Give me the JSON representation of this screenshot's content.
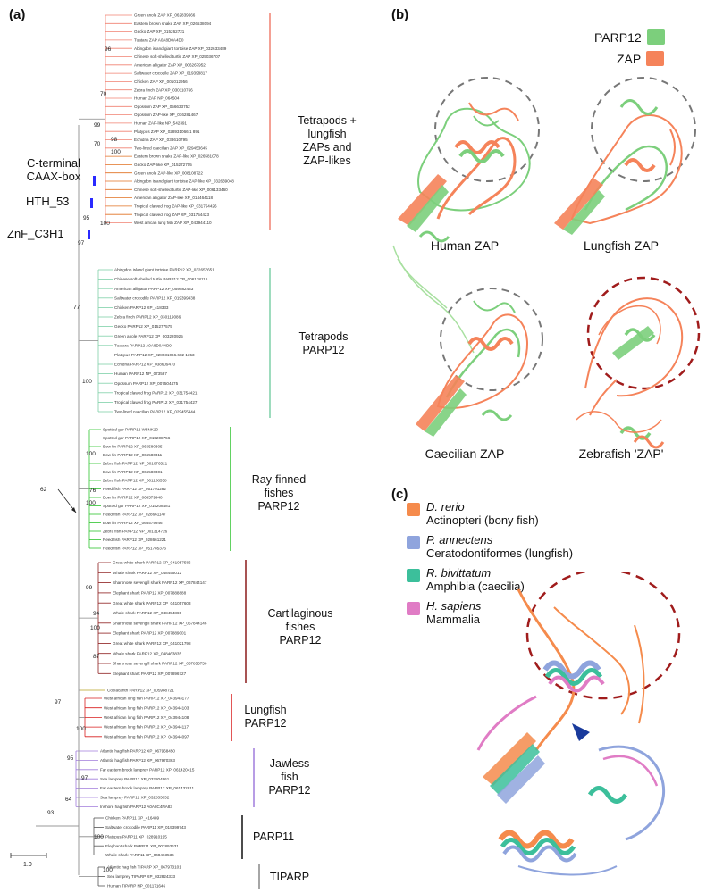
{
  "panels": {
    "a": "(a)",
    "b": "(b)",
    "c": "(c)"
  },
  "tree": {
    "clades": [
      {
        "id": "zap",
        "lines": [
          "Tetrapods +",
          "lungfish",
          "ZAPs  and",
          "ZAP-likes"
        ],
        "color": "#f08070"
      },
      {
        "id": "tet_parp12",
        "lines": [
          "Tetrapods",
          "PARP12"
        ],
        "color": "#7fd0a8"
      },
      {
        "id": "ray",
        "lines": [
          "Ray-finned",
          "fishes",
          "PARP12"
        ],
        "color": "#2ec42e"
      },
      {
        "id": "cart",
        "lines": [
          "Cartilaginous",
          "fishes",
          "PARP12"
        ],
        "color": "#8c1c1c"
      },
      {
        "id": "lung",
        "lines": [
          "Lungfish",
          "PARP12"
        ],
        "color": "#d81e1e"
      },
      {
        "id": "jawless",
        "lines": [
          "Jawless",
          "fish",
          "PARP12"
        ],
        "color": "#a07cdc"
      },
      {
        "id": "parp11",
        "lines": [
          "PARP11"
        ],
        "color": "#111111"
      },
      {
        "id": "tiparp",
        "lines": [
          "TIPARP"
        ],
        "color": "#888888"
      }
    ],
    "domains": [
      "C-terminal",
      "CAAX-box",
      "HTH_53",
      "ZnF_C3H1"
    ],
    "bootstrap": {
      "b96": "96",
      "b70a": "70",
      "b99": "99",
      "b70b": "70",
      "b98": "98",
      "b100a": "100",
      "b95": "95",
      "b100b": "100",
      "b97a": "97",
      "b77": "77",
      "b100c": "100",
      "b62": "62",
      "b100d": "100",
      "b76": "76",
      "b100e": "100",
      "b99b": "99",
      "b94": "94",
      "b100f": "100",
      "b87": "87",
      "b97b": "97",
      "b100g": "100",
      "b95b": "95",
      "b97c": "97",
      "b64": "64",
      "b93": "93",
      "b100h": "100",
      "b100i": "100"
    },
    "scale": "1.0",
    "zap_leaves": [
      "Green anole ZAP XP_062839666",
      "Eastern brown snake ZAP XP_026538094",
      "Gecko ZAP XP_015262721",
      "Tuatara ZAP A0A8D0A4D0",
      "Abingdon island giant tortoise ZAP XP_032633489",
      "Chinese soft-shelled turtle ZAP XP_025036707",
      "American alligator ZAP XP_006267952",
      "Saltwater crocodile ZAP XP_019398817",
      "Chicken ZAP XP_001012956",
      "Zebra finch ZAP XP_030110766",
      "Human ZAP NP_064504",
      "Opossum ZAP XP_056633752",
      "Opossum ZAP-like XP_016281467",
      "Human ZAP-like NP_542391",
      "Platypus ZAP XP_028931066.1 891",
      "Echidna ZAP XP_038610795",
      "Two-lined caecilian ZAP XP_029453645",
      "Eastern brown snake ZAP-like XP_026581078",
      "Gecko ZAP-like XP_015272705",
      "Green anole ZAP-like XP_008108722",
      "Abingdon island giant tortoise ZAP-like XP_032639048",
      "Chinese soft-shelled turtle ZAP-like XP_006133460",
      "American alligator ZAP-like XP_014464118",
      "Tropical clawed frog ZAP-like XP_031754426",
      "Tropical clawed frog ZAP XP_031754423",
      "West african lung fish ZAP XP_043944110"
    ],
    "tet_leaves": [
      "Abingdon island giant tortoise PARP12 XP_032657651",
      "Chinese soft-shelled turtle PARP12 XP_006138116",
      "American alligator PARP12 XP_059582433",
      "Saltwater crocodile PARP12 XP_019399438",
      "Chicken PARP12 XP_418333",
      "Zebra finch PARP12 XP_030119086",
      "Gecko PARP12 XP_015277575",
      "Green anole PARP12 XP_003220925",
      "Tuatara PARP12 A0A8D0A4D9",
      "Platypus PARP12 XP_028931066.682 1353",
      "Echidna PARP12 XP_038609470",
      "Human PARP12 NP_073587",
      "Opossum PARP12 XP_007504475",
      "Tropical clawed frog PARP12 XP_031754421",
      "Tropical clawed frog PARP12 XP_031754427",
      "Two-lined caecilian PARP12 XP_029455444"
    ],
    "ray_leaves": [
      "Spotted gar PARP12 W5NK20",
      "Spotted gar PARP12 XP_015208756",
      "Bow fin PARP12 XP_066580305",
      "Bow fin PARP12 XP_066580311",
      "Zebra fish PARP12 NP_001076521",
      "Bow fin PARP12 XP_066580301",
      "Zebra fish PARP12 XP_001108558",
      "Reed fish PARP12 XP_051791282",
      "Bow fin PARP12 XP_066579940",
      "Spotted gar PARP12 XP_015208481",
      "Reed fish PARP12 XP_028661147",
      "Bow fin PARP12 XP_066579946",
      "Zebra fish PARP12 NP_001314726",
      "Reed fish PARP12 XP_028661221",
      "Reed fish PARP12 XP_051785376"
    ],
    "cart_leaves": [
      "Great white shark PARP12 XP_041057586",
      "Whale shark PARP12 XP_048455012",
      "Sharpnose sevengill shark PARP12 XP_067844147",
      "Elephant shark PARP12 XP_007888888",
      "Great white shark PARP12 XP_041057603",
      "Whale shark PARP12 XP_048454865",
      "Sharpnose sevengill shark PARP12 XP_067844146",
      "Elephant shark PARP12 XP_007889001",
      "Great white shark PARP12 XP_041021798",
      "Whale shark PARP12 XP_048463835",
      "Sharpnose sevengill shark PARP12 XP_067853756",
      "Elephant shark PARP12 XP_007896727"
    ],
    "coel_leaf": "Coelacanth PARP12 XP_005988721",
    "lung_leaves": [
      "West african lung fish PARP12 XP_043943177",
      "West african lung fish PARP12 XP_043944103",
      "West african lung fish PARP12 XP_043944108",
      "West african lung fish PARP12 XP_043944117",
      "West african lung fish PARP12 XP_043944097"
    ],
    "jawless_leaves": [
      "Atlantic hag fish PARP12 XP_067968450",
      "Atlantic hag fish PARP12 XP_067970363",
      "Far eastern brook lamprey PARP12 XP_061420415",
      "Sea lamprey PARP12 XP_032804961",
      "Far eastern brook lamprey PARP12 XP_061432911",
      "Sea lamprey PARP12 XP_032833032",
      "Inshore hag fish PARP12 A0A8C4NA83"
    ],
    "parp11_leaves": [
      "Chicken PARP11 XP_416489",
      "Saltwater crocodile PARP11 XP_019399743",
      "Platypus PARP11 XP_028910195",
      "Elephant shark PARP11 XP_007893631",
      "Whale shark PARP11 XP_048463536"
    ],
    "tiparp_leaves": [
      "Atlantic hag fish TIPARP XP_067973101",
      "Sea lamprey TIPARP XP_032824333",
      "Human TIPARP NP_001171646"
    ]
  },
  "panel_b": {
    "legend": [
      {
        "label": "PARP12",
        "color": "#7ccf7c"
      },
      {
        "label": "ZAP",
        "color": "#f5835a"
      }
    ],
    "captions": [
      "Human ZAP",
      "Lungfish ZAP",
      "Caecilian ZAP",
      "Zebrafish 'ZAP'"
    ]
  },
  "panel_c": {
    "legend": [
      {
        "species": "D. rerio",
        "group": "Actinopteri (bony fish)",
        "color": "#f58b4c"
      },
      {
        "species": "P. annectens",
        "group": "Ceratodontiformes (lungfish)",
        "color": "#8fa4dd"
      },
      {
        "species": "R. bivittatum",
        "group": "Amphibia (caecilia)",
        "color": "#3cbf9b"
      },
      {
        "species": "H. sapiens",
        "group": "Mammalia",
        "color": "#e07cc5"
      }
    ]
  }
}
